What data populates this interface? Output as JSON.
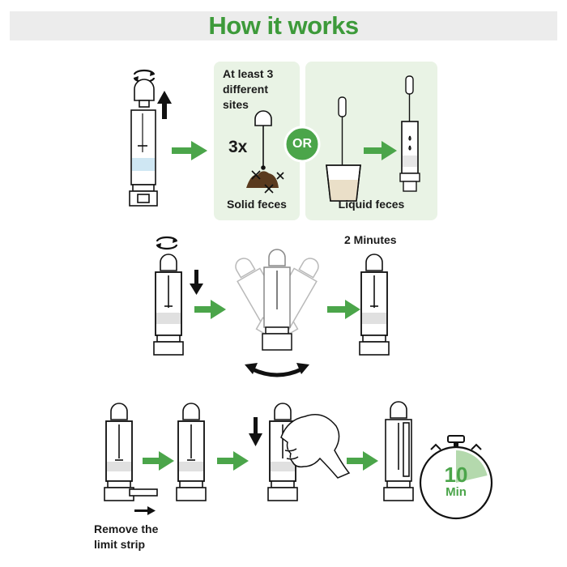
{
  "title": "How it works",
  "steps": {
    "sites_label": "At least 3 different sites",
    "multiplier": "3x",
    "or_badge": "OR",
    "solid_label": "Solid feces",
    "liquid_label": "Liquid feces",
    "wait_label": "2 Minutes",
    "remove_label": "Remove the limit strip",
    "timer_value": "10",
    "timer_unit": "Min"
  },
  "colors": {
    "accent_green": "#4ba54a",
    "title_green": "#3d9a3a",
    "panel_green": "#e9f3e5"
  }
}
